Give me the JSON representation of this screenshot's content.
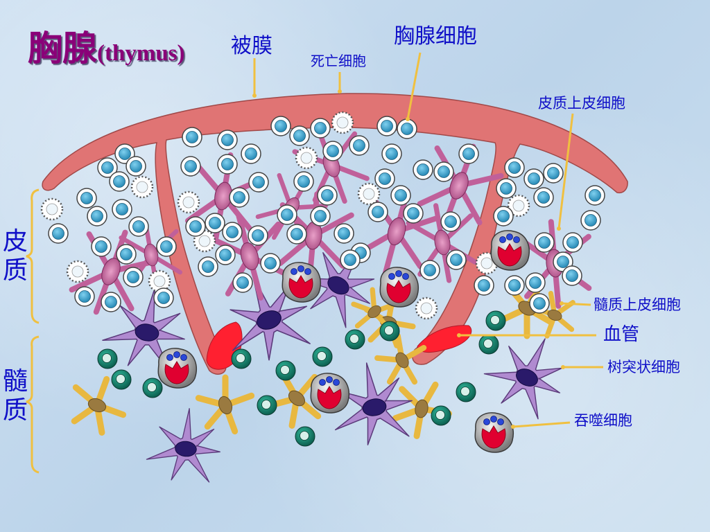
{
  "title": {
    "main": "胸腺",
    "english": "(thymus)"
  },
  "labels": {
    "capsule": "被膜",
    "dead_cell": "死亡细胞",
    "thymocyte": "胸腺细胞",
    "cortical_epithelial": "皮质上皮细胞",
    "medullary_epithelial": "髓质上皮细胞",
    "blood_vessel": "血管",
    "dendritic_cell": "树突状细胞",
    "macrophage": "吞噬细胞"
  },
  "regions": {
    "cortex": "皮质",
    "medulla": "髓质"
  },
  "colors": {
    "label_text": "#1010c8",
    "title_text": "#8a0078",
    "capsule": "#e07474",
    "pointer_line": "#f0c040",
    "thymocyte_core": "#3aa0c8",
    "epithelial": "#c0609a",
    "dendritic": "#b08ad0",
    "medullary_epithelial": "#e8b840",
    "medullary_lymphocyte": "#138a73",
    "macrophage_body": "#909090",
    "macrophage_core": "#e00030",
    "vessel": "#ff2030"
  }
}
